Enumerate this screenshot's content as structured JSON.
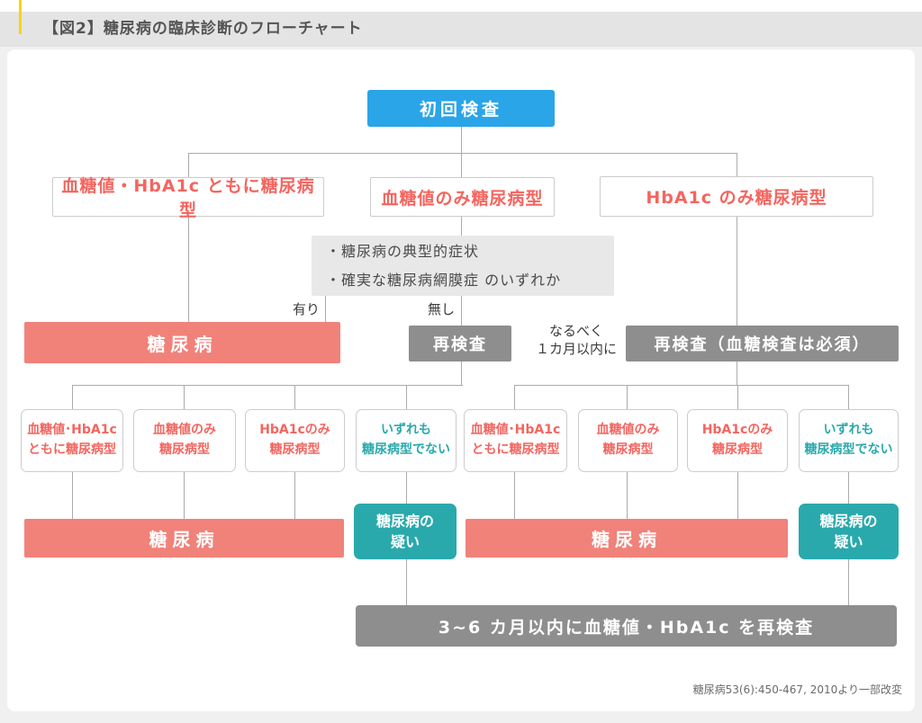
{
  "header": {
    "title": "【図2】糖尿病の臨床診断のフローチャート"
  },
  "colors": {
    "accent_blue": "#2aa5e8",
    "salmon": "#f0827a",
    "red_text": "#f4655f",
    "teal": "#2aa9ac",
    "gray_box": "#8e8e8e",
    "note_bg": "#e8e8e8",
    "yellow_mark": "#fcd404"
  },
  "flow": {
    "start": "初回検査",
    "level2": [
      {
        "label": "血糖値・HbA1c ともに糖尿病型"
      },
      {
        "label": "血糖値のみ糖尿病型"
      },
      {
        "label": "HbA1c のみ糖尿病型"
      }
    ],
    "note_line1": "・糖尿病の典型的症状",
    "note_line2": "・確実な糖尿病網膜症 のいずれか",
    "branch_yes": "有り",
    "branch_no": "無し",
    "diabetes": "糖尿病",
    "recheck": "再検査",
    "recheck_note_line1": "なるべく",
    "recheck_note_line2": "１カ月以内に",
    "recheck_required": "再検査（血糖検査は必須）",
    "level3": [
      {
        "line1": "血糖値･HbA1c",
        "line2": "ともに糖尿病型"
      },
      {
        "line1": "血糖値のみ",
        "line2": "糖尿病型"
      },
      {
        "line1": "HbA1cのみ",
        "line2": "糖尿病型"
      },
      {
        "line1": "いずれも",
        "line2": "糖尿病型でない"
      },
      {
        "line1": "血糖値･HbA1c",
        "line2": "ともに糖尿病型"
      },
      {
        "line1": "血糖値のみ",
        "line2": "糖尿病型"
      },
      {
        "line1": "HbA1cのみ",
        "line2": "糖尿病型"
      },
      {
        "line1": "いずれも",
        "line2": "糖尿病型でない"
      }
    ],
    "suspect_line1": "糖尿病の",
    "suspect_line2": "疑い",
    "bottom_bar": "3~6 カ月以内に血糖値・HbA1c を再検査",
    "citation": "糖尿病53(6):450-467, 2010より一部改変"
  }
}
